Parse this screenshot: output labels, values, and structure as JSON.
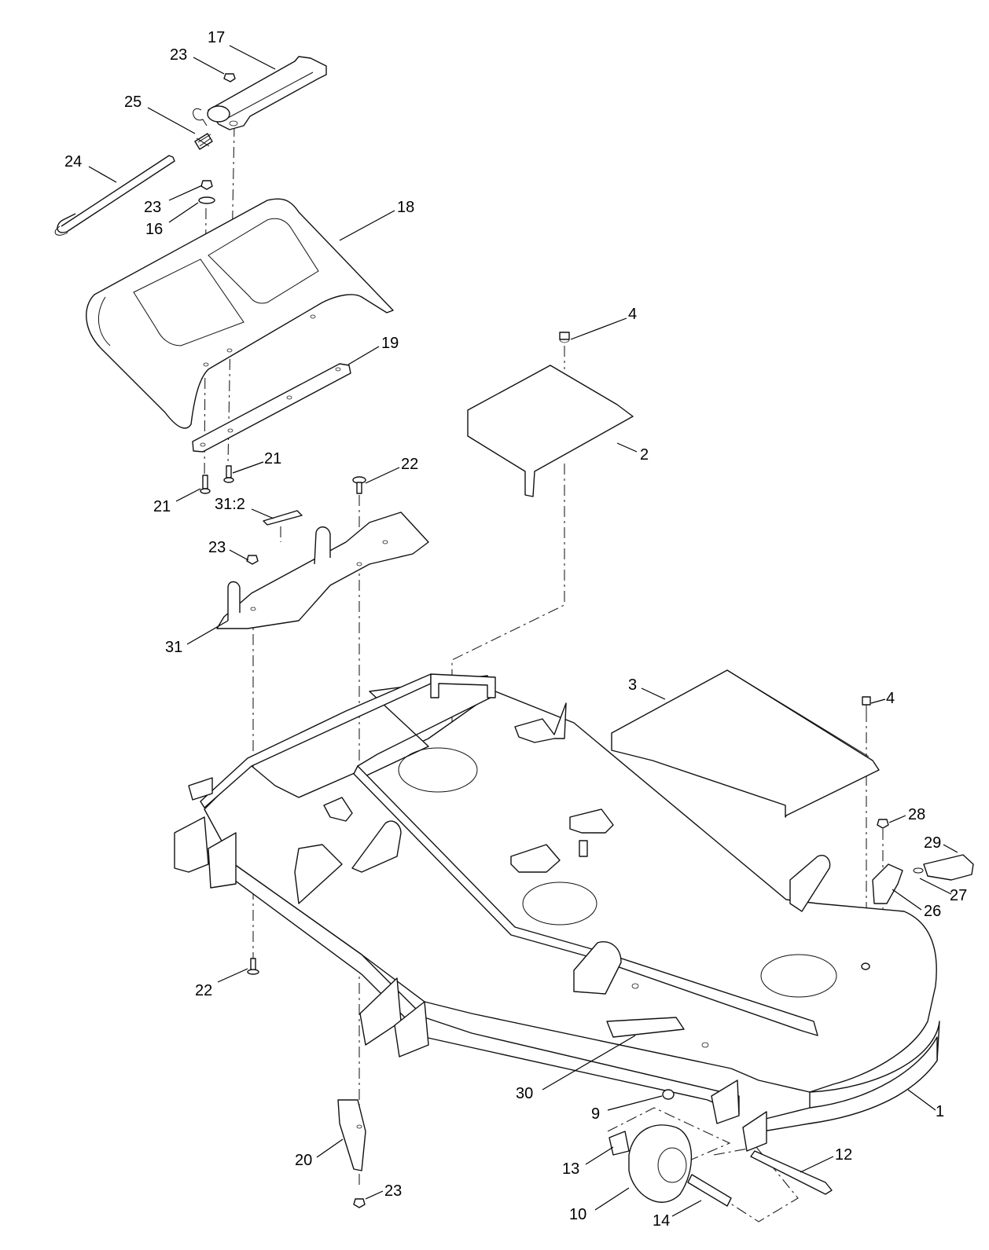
{
  "callouts": [
    {
      "id": "c17",
      "text": "17"
    },
    {
      "id": "c23a",
      "text": "23"
    },
    {
      "id": "c25",
      "text": "25"
    },
    {
      "id": "c24",
      "text": "24"
    },
    {
      "id": "c23b",
      "text": "23"
    },
    {
      "id": "c16",
      "text": "16"
    },
    {
      "id": "c18",
      "text": "18"
    },
    {
      "id": "c4a",
      "text": "4"
    },
    {
      "id": "c19",
      "text": "19"
    },
    {
      "id": "c2",
      "text": "2"
    },
    {
      "id": "c21a",
      "text": "21"
    },
    {
      "id": "c21b",
      "text": "21"
    },
    {
      "id": "c22a",
      "text": "22"
    },
    {
      "id": "c31-2",
      "text": "31:2"
    },
    {
      "id": "c23c",
      "text": "23"
    },
    {
      "id": "c31",
      "text": "31"
    },
    {
      "id": "c3",
      "text": "3"
    },
    {
      "id": "c4b",
      "text": "4"
    },
    {
      "id": "c28",
      "text": "28"
    },
    {
      "id": "c29",
      "text": "29"
    },
    {
      "id": "c27",
      "text": "27"
    },
    {
      "id": "c26",
      "text": "26"
    },
    {
      "id": "c22b",
      "text": "22"
    },
    {
      "id": "c1",
      "text": "1"
    },
    {
      "id": "c30",
      "text": "30"
    },
    {
      "id": "c9",
      "text": "9"
    },
    {
      "id": "c12",
      "text": "12"
    },
    {
      "id": "c20",
      "text": "20"
    },
    {
      "id": "c13",
      "text": "13"
    },
    {
      "id": "c23d",
      "text": "23"
    },
    {
      "id": "c10",
      "text": "10"
    },
    {
      "id": "c14",
      "text": "14"
    }
  ]
}
